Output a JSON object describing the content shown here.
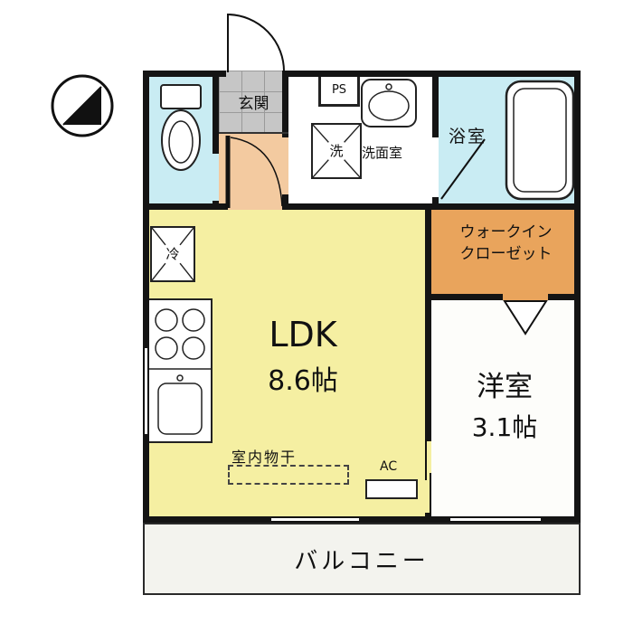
{
  "rooms": {
    "genkan": {
      "label": "玄関"
    },
    "ps": {
      "label": "PS"
    },
    "washroom": {
      "label": "洗面室"
    },
    "bathroom": {
      "label": "浴室"
    },
    "walk_in_closet": {
      "label": "ウォークイン\nクローゼット"
    },
    "ldk": {
      "label": "LDK",
      "size": "8.6帖"
    },
    "western_room": {
      "label": "洋室",
      "size": "3.1帖"
    },
    "balcony": {
      "label": "バルコニー"
    }
  },
  "fixtures": {
    "washer": {
      "label": "洗"
    },
    "fridge": {
      "label": "冷"
    },
    "drying": {
      "label": "室内物干"
    },
    "ac": {
      "label": "AC"
    }
  },
  "colors": {
    "ldk_fill": "#f5efa2",
    "wet_area_fill": "#c9ecf3",
    "genkan_tile_fill": "#c6c6c6",
    "hall_fill": "#f3caa0",
    "closet_fill": "#e9a45c",
    "western_room_fill": "#fdfdfa",
    "balcony_fill": "#f3f3ee",
    "wall": "#141414"
  }
}
